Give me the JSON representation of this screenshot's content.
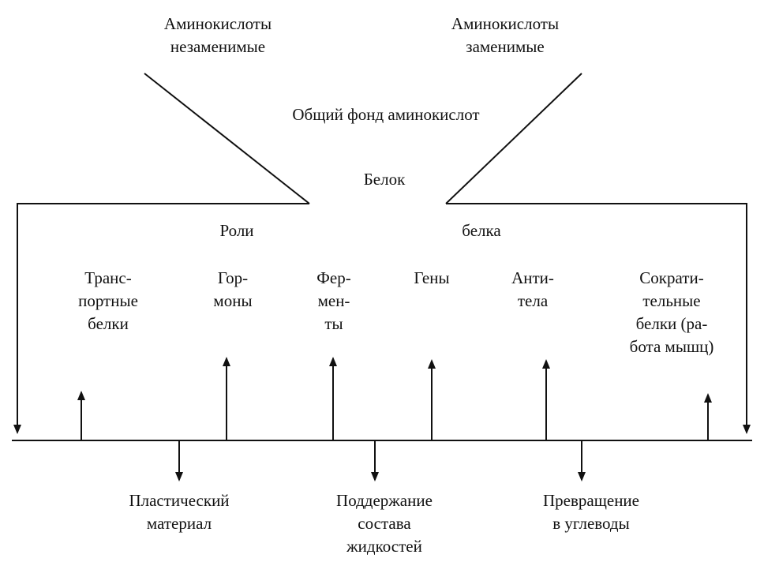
{
  "diagram": {
    "title_implicit": "Роли белка",
    "labels": {
      "amino_essential": "Аминокислоты\nнезаменимые",
      "amino_nonessential": "Аминокислоты\nзаменимые",
      "common_pool": "Общий фонд аминокислот",
      "protein": "Белок",
      "roles_left": "Роли",
      "roles_right": "белка",
      "transport_proteins": "Транс-\nпортные\nбелки",
      "hormones": "Гор-\nмоны",
      "enzymes": "Фер-\nмен-\nты",
      "genes": "Гены",
      "antibodies": "Анти-\nтела",
      "contractile_proteins": "Сократи-\nтельные\nбелки (ра-\nбота мышц)",
      "plastic_material": "Пластический\nматериал",
      "fluid_composition": "Поддержание\nсостава\nжидкостей",
      "to_carbohydrates": "Превращение\nв углеводы"
    },
    "colors": {
      "ink": "#111111",
      "background": "#ffffff"
    }
  }
}
